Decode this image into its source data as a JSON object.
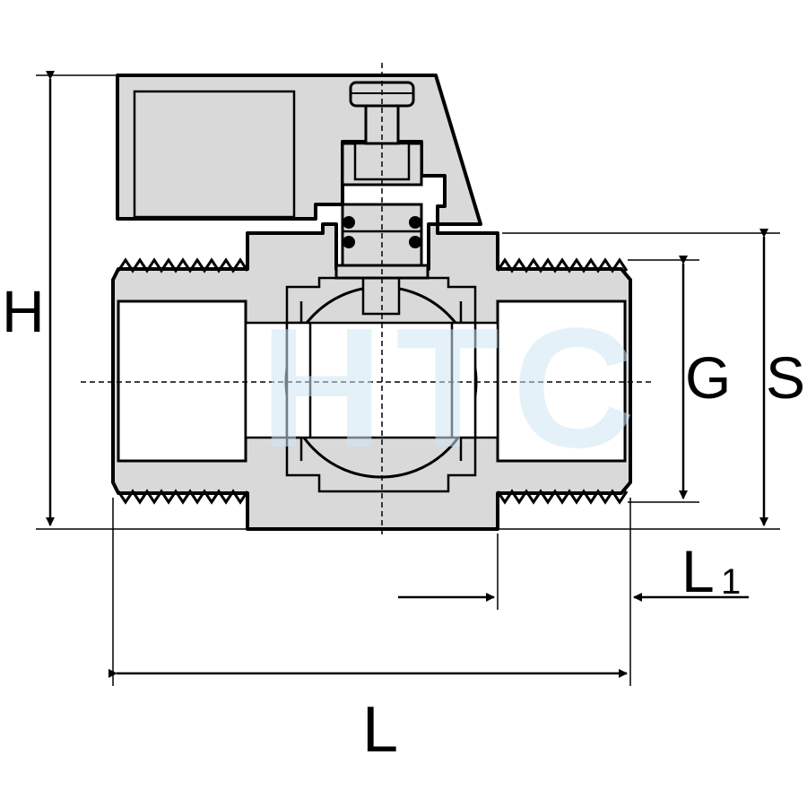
{
  "dimensions": {
    "height_label": "H",
    "thread_label": "G",
    "hex_label": "S",
    "length_label": "L",
    "thread_length_label": "L",
    "thread_length_subscript": "1"
  },
  "watermark": {
    "text": "HTC",
    "color": "#cfe6f5"
  },
  "colors": {
    "body_fill": "#d9d9d9",
    "line": "#000000",
    "background": "#ffffff"
  }
}
